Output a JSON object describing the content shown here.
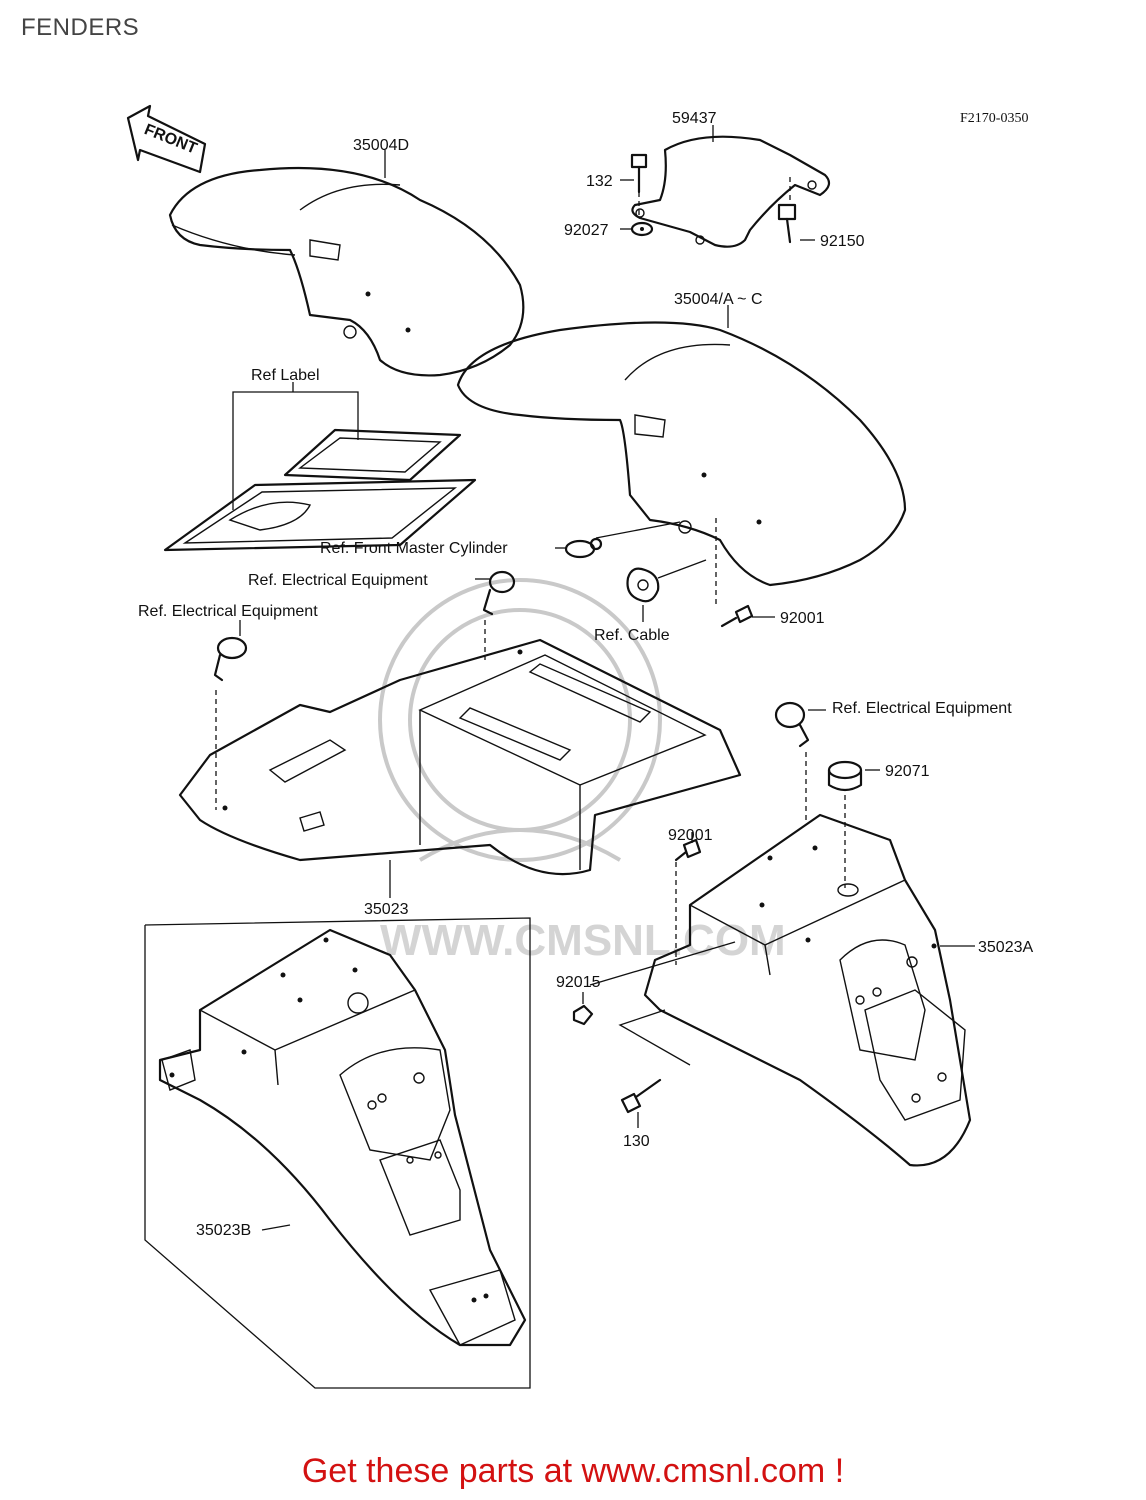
{
  "title": "FENDERS",
  "figure_code": "F2170-0350",
  "front_arrow": "FRONT",
  "watermark": "WWW.CMSNL.COM",
  "labels": {
    "p35004D": "35004D",
    "p59437": "59437",
    "p132": "132",
    "p92150": "92150",
    "p92027": "92027",
    "p35004AC": "35004/A ~ C",
    "ref_label": "Ref Label",
    "ref_front_master": "Ref. Front Master Cylinder",
    "ref_elec_1": "Ref. Electrical Equipment",
    "ref_elec_2": "Ref. Electrical Equipment",
    "ref_cable": "Ref. Cable",
    "p92001a": "92001",
    "ref_elec_3": "Ref. Electrical Equipment",
    "p92071": "92071",
    "p92001b": "92001",
    "p35023": "35023",
    "p35023A": "35023A",
    "p92015": "92015",
    "p130": "130",
    "p35023B": "35023B"
  },
  "footer": "Get these parts at www.cmsnl.com !",
  "colors": {
    "footer": "#d31111",
    "title": "#444444",
    "line": "#111111"
  }
}
